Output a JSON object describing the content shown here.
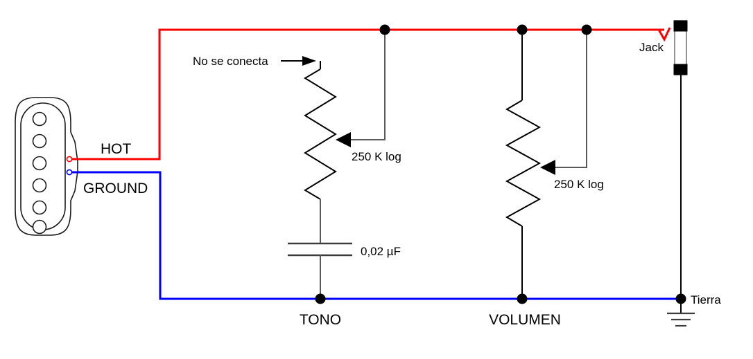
{
  "diagram": {
    "title": "Guitar wiring schematic",
    "colors": {
      "hot_wire": "#ff0000",
      "ground_wire": "#0000ff",
      "signal_wire": "#000000",
      "component_outline": "#1a1a1a",
      "background": "#ffffff"
    }
  },
  "labels": {
    "hot": "HOT",
    "ground": "GROUND",
    "no_connect": "No se conecta",
    "tone_pot_value": "250 K log",
    "volume_pot_value": "250 K log",
    "capacitor_value": "0,02 µF",
    "tone": "TONO",
    "volume": "VOLUMEN",
    "jack": "Jack",
    "earth": "Tierra"
  },
  "components": [
    {
      "id": "pickup",
      "name": "single-coil-pickup",
      "pole_pieces": 6,
      "terminals": [
        "hot",
        "ground"
      ]
    },
    {
      "id": "tone-pot",
      "name": "tone-potentiometer",
      "value": "250 K log",
      "node_label": "TONO",
      "annotation": "No se conecta"
    },
    {
      "id": "tone-cap",
      "name": "tone-capacitor",
      "value": "0,02 µF"
    },
    {
      "id": "volume-pot",
      "name": "volume-potentiometer",
      "value": "250 K log",
      "node_label": "VOLUMEN"
    },
    {
      "id": "output-jack",
      "name": "output-jack",
      "label": "Jack"
    },
    {
      "id": "earth",
      "name": "earth-ground",
      "label": "Tierra"
    }
  ]
}
